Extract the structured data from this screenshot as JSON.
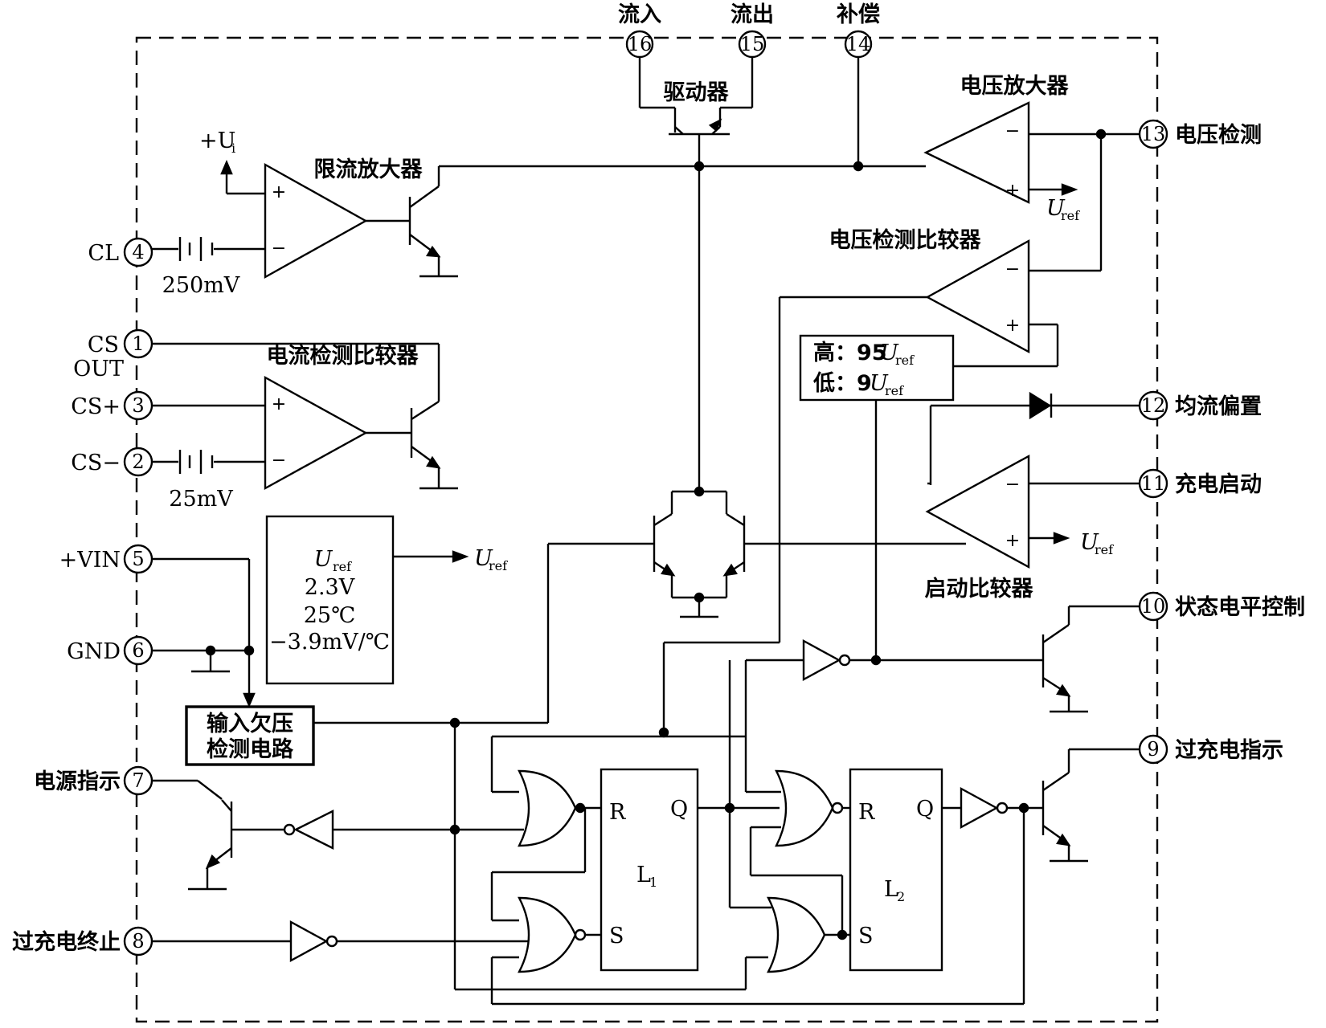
{
  "pins": {
    "p1": {
      "num": "1",
      "label_a": "CS",
      "label_b": "OUT"
    },
    "p2": {
      "num": "2",
      "label": "CS−"
    },
    "p3": {
      "num": "3",
      "label": "CS+"
    },
    "p4": {
      "num": "4",
      "label": "CL"
    },
    "p5": {
      "num": "5",
      "label": "+VIN"
    },
    "p6": {
      "num": "6",
      "label": "GND"
    },
    "p7": {
      "num": "7",
      "label": "电源指示"
    },
    "p8": {
      "num": "8",
      "label": "过充电终止"
    },
    "p9": {
      "num": "9",
      "label": "过充电指示"
    },
    "p10": {
      "num": "10",
      "label": "状态电平控制"
    },
    "p11": {
      "num": "11",
      "label": "充电启动"
    },
    "p12": {
      "num": "12",
      "label": "均流偏置"
    },
    "p13": {
      "num": "13",
      "label": "电压检测"
    },
    "p14": {
      "num": "14",
      "label": "补偿"
    },
    "p15": {
      "num": "15",
      "label": "流出"
    },
    "p16": {
      "num": "16",
      "label": "流入"
    }
  },
  "blocks": {
    "driver": "驱动器",
    "current_limit_amp": "限流放大器",
    "voltage_amp": "电压放大器",
    "voltage_compare": "电压检测比较器",
    "current_compare": "电流检测比较器",
    "start_compare": "启动比较器",
    "uvlo_line1": "输入欠压",
    "uvlo_line2": "检测电路",
    "hysteresis_high_prefix": "高：95",
    "hysteresis_low_prefix": "低：9",
    "latch1": "L",
    "latch1_sub": "1",
    "latch2": "L",
    "latch2_sub": "2"
  },
  "reference": {
    "symbol": "U",
    "sub": "ref",
    "voltage": "2.3V",
    "temp": "25℃",
    "tempco": "−3.9mV/℃"
  },
  "sources": {
    "cl_offset": "250mV",
    "cs_offset": "25mV",
    "ui_plus": "+U",
    "ui_sub": "i"
  },
  "latch_pins": {
    "r": "R",
    "s": "S",
    "q": "Q"
  },
  "signs": {
    "plus": "+",
    "minus": "−"
  }
}
